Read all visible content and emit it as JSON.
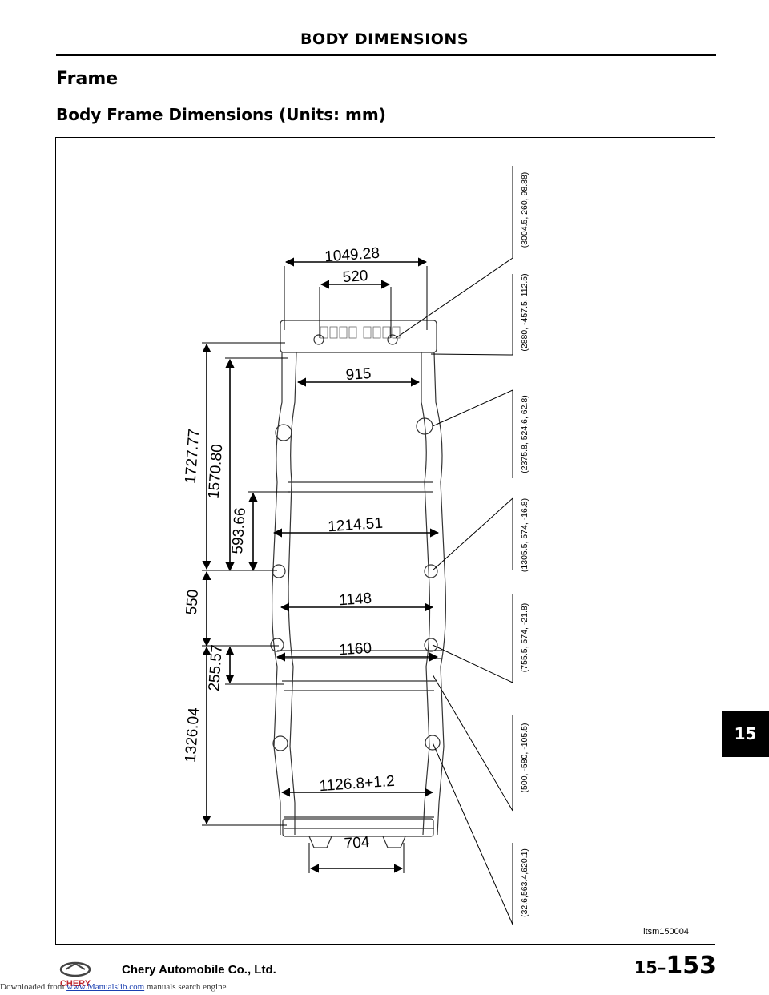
{
  "header": {
    "title": "BODY DIMENSIONS"
  },
  "page": {
    "heading": "Frame",
    "subheading": "Body Frame Dimensions (Units: mm)"
  },
  "figure": {
    "image_id": "ltsm150004",
    "dimensions": {
      "top_width_outer": "1049.28",
      "top_width_inner": "520",
      "front_width": "915",
      "mid_width": "1214.51",
      "width_1148": "1148",
      "width_1160": "1160",
      "rear_width": "1126.8+1.2",
      "rear_inner": "704",
      "length_1727": "1727.77",
      "length_1570": "1570.80",
      "length_593": "593.66",
      "length_550": "550",
      "length_255": "255.57",
      "length_1326": "1326.04"
    },
    "coordinates": [
      "(3004.5, 260, 98.88)",
      "(2880, -457.5, 112.5)",
      "(2375.8, 524.6, 62.8)",
      "(1305.5, 574, -16.8)",
      "(755.5, 574, -21.8)",
      "(500, -580, -105.5)",
      "(32.6,563.4,620.1)"
    ]
  },
  "section_tab": "15",
  "footer": {
    "logo_text": "CHERY",
    "company": "Chery Automobile Co., Ltd.",
    "page_prefix": "15–",
    "page_number": "153"
  },
  "download_note": {
    "prefix": "Downloaded from ",
    "link": "www.Manualslib.com",
    "suffix": " manuals search engine"
  }
}
